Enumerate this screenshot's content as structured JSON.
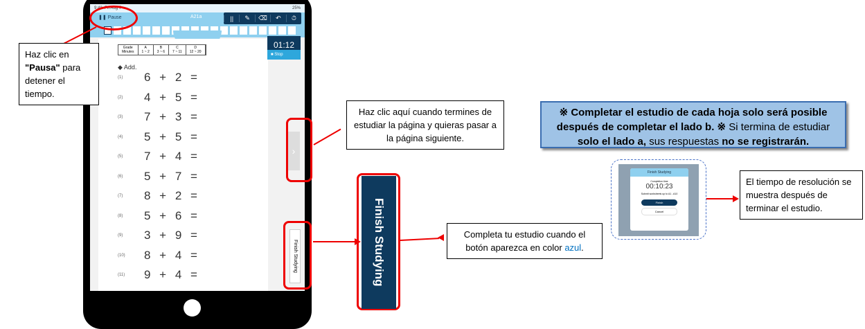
{
  "ipad": {
    "time": "9:48",
    "date": "Fri Aug 7",
    "battery": "25%",
    "pause_label": "Pause",
    "sheet_title": "A21a",
    "tools": [
      "||",
      "✎",
      "⌫",
      "↶",
      "⏱"
    ],
    "grade_table": [
      [
        "Grade",
        "Minutes"
      ],
      [
        "A",
        "1 ~ 2"
      ],
      [
        "B",
        "3 ~ 6"
      ],
      [
        "C",
        "7 ~ 11"
      ],
      [
        "D",
        "12 ~ 20"
      ]
    ],
    "timer": "01:12",
    "stop_label": "Stop",
    "instruction": "◆ Add.",
    "problems": [
      {
        "n": "(1)",
        "e": "6 + 2 ="
      },
      {
        "n": "(2)",
        "e": "4 + 5 ="
      },
      {
        "n": "(3)",
        "e": "7 + 3 ="
      },
      {
        "n": "(4)",
        "e": "5 + 5 ="
      },
      {
        "n": "(5)",
        "e": "7 + 4 ="
      },
      {
        "n": "(6)",
        "e": "5 + 7 ="
      },
      {
        "n": "(7)",
        "e": "8 + 2 ="
      },
      {
        "n": "(8)",
        "e": "5 + 6 ="
      },
      {
        "n": "(9)",
        "e": "3 + 9 ="
      },
      {
        "n": "(10)",
        "e": "8 + 4 ="
      },
      {
        "n": "(11)",
        "e": "9 + 4 ="
      }
    ],
    "next_icon": "›",
    "finish_label": "Finish Studying"
  },
  "callouts": {
    "pause": {
      "a": "Haz clic en ",
      "b": "\"Pausa\"",
      "c": " para detener el tiempo."
    },
    "next": "Haz clic aquí cuando termines de estudiar la página y quieras pasar a la página siguiente.",
    "finish": {
      "a": "Completa tu estudio cuando el botón aparezca en color ",
      "b": "azul",
      "c": "."
    },
    "time": "El tiempo de resolución se muestra después de terminar el estudio."
  },
  "finish_button_big": "Finish Studying",
  "note": {
    "p1": "※ Completar el estudio de cada hoja solo será posible después de completar el lado b. ※",
    "p2": " Si termina de estudiar ",
    "p3": "solo el lado a,",
    "p4": " sus respuestas ",
    "p5": "no se registrarán."
  },
  "modal": {
    "title": "Finish Studying",
    "label": "Completion time",
    "time": "00:10:23",
    "sub": "Submit worksheets up to A1 - A10",
    "finish": "Finish",
    "cancel": "Cancel"
  }
}
